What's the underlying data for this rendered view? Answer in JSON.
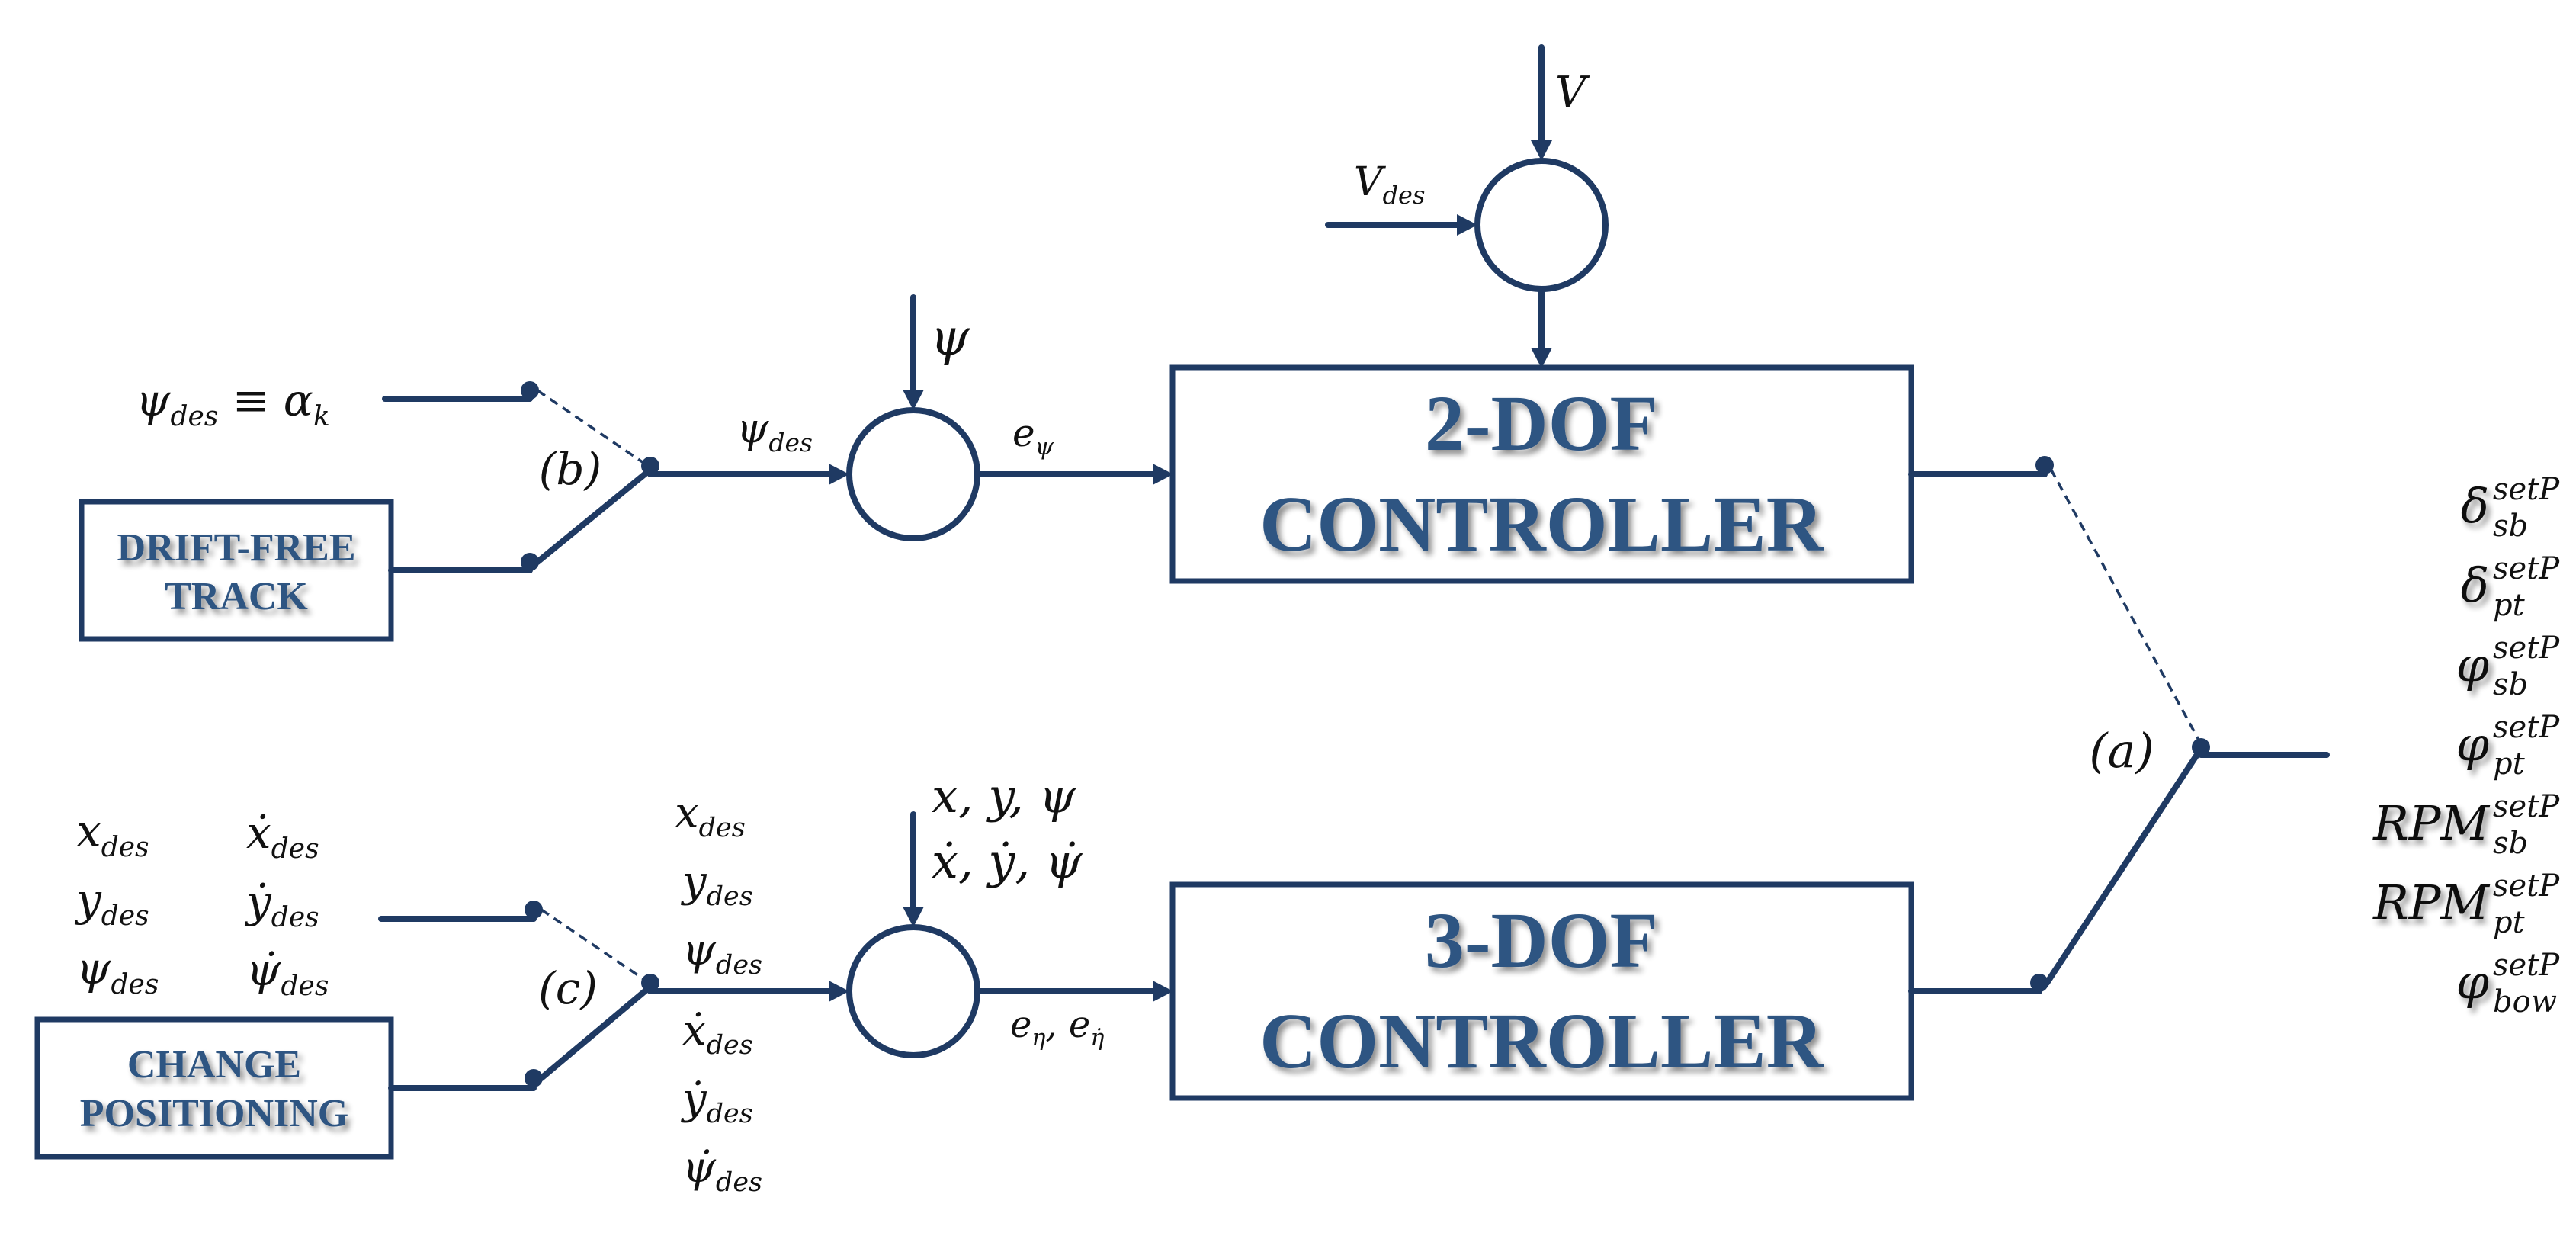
{
  "blocks": {
    "ctrl2": [
      "2-DOF",
      "CONTROLLER"
    ],
    "ctrl3": [
      "3-DOF",
      "CONTROLLER"
    ],
    "drift_free": [
      "DRIFT-FREE",
      "TRACK"
    ],
    "change_pos": [
      "CHANGE",
      "POSITIONING"
    ]
  },
  "switch_labels": {
    "a": "(a)",
    "b": "(b)",
    "c": "(c)"
  },
  "signals": {
    "v": "V",
    "v_des": "V_des",
    "psi": "ψ",
    "psi_des_alpha": "ψ_des ≡ α_k",
    "psi_des": "ψ_des",
    "e_psi": "e_ψ",
    "state_feedback": [
      "x, y, ψ",
      "ẋ, ẏ, ψ̇"
    ],
    "e_eta": "e_η, e_η̇",
    "left_pos_col": [
      "x_des",
      "y_des",
      "ψ_des"
    ],
    "left_vel_col": [
      "ẋ_des",
      "ẏ_des",
      "ψ̇_des"
    ],
    "mid_col": [
      "x_des",
      "y_des",
      "ψ_des",
      "ẋ_des",
      "ẏ_des",
      "ψ̇_des"
    ]
  },
  "outputs": [
    [
      "δ",
      "sb",
      "setP"
    ],
    [
      "δ",
      "pt",
      "setP"
    ],
    [
      "φ",
      "sb",
      "setP"
    ],
    [
      "φ",
      "pt",
      "setP"
    ],
    [
      "RPM",
      "sb",
      "setP"
    ],
    [
      "RPM",
      "pt",
      "setP"
    ],
    [
      "φ",
      "bow",
      "setP"
    ]
  ],
  "colors": {
    "line": "#1f3a63",
    "box_text": "#2f5482"
  }
}
